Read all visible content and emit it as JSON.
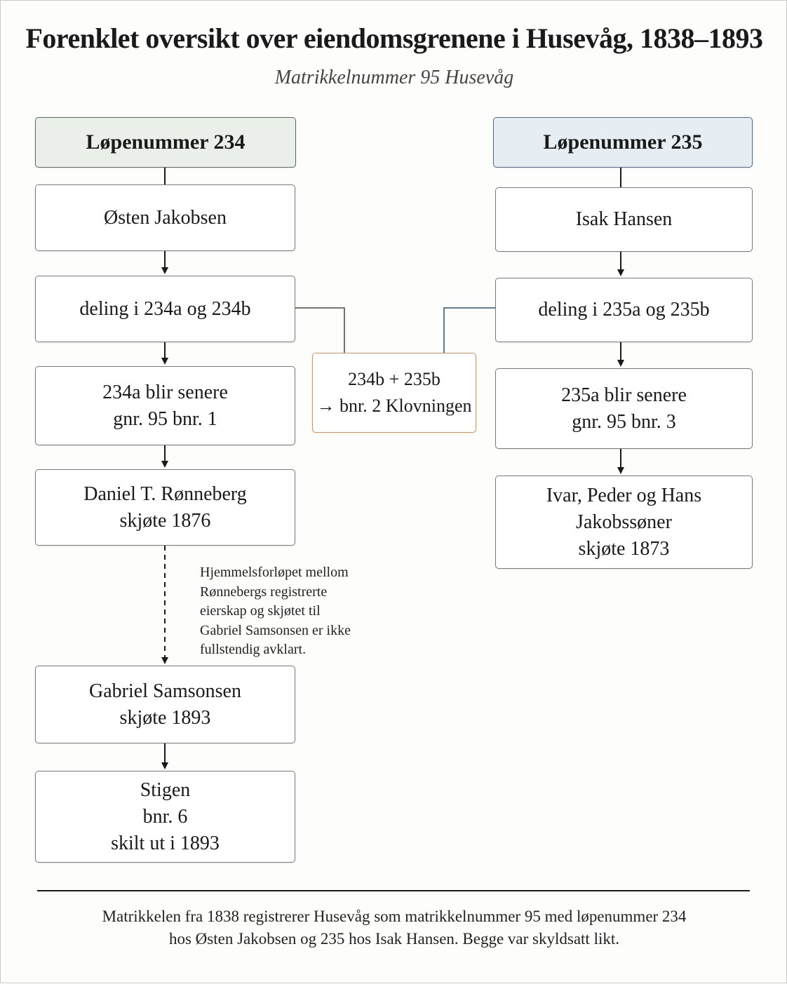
{
  "title": "Forenklet oversikt over eiendomsgrenene i Husevåg, 1838–1893",
  "subtitle": "Matrikkelnummer 95 Husevåg",
  "left_branch": {
    "header": "Løpenummer 234",
    "owner": "Østen Jakobsen",
    "division": "deling i 234a og 234b",
    "later": "234a blir senere\ngnr. 95 bnr. 1",
    "deed_1876": "Daniel T. Rønneberg\nskjøte 1876",
    "deed_1893": "Gabriel Samsonsen\nskjøte 1893",
    "stigen": "Stigen\nbnr. 6\nskilt ut i 1893"
  },
  "right_branch": {
    "header": "Løpenummer 235",
    "owner": "Isak Hansen",
    "division": "deling i 235a og 235b",
    "later": "235a blir senere\ngnr. 95 bnr. 3",
    "deed_1873": "Ivar, Peder og Hans\nJakobssøner\nskjøte 1873"
  },
  "merge_box": "234b + 235b\n→ bnr. 2 Klovningen",
  "note": "Hjemmelsforløpet mellom\nRønnebergs registrerte\neierskap og skjøtet til\nGabriel Samsonsen er ikke\nfullstendig avklart.",
  "footer": "Matrikkelen fra 1838 registrerer Husevåg som matrikkelnummer 95 med løpenummer 234\nhos Østen Jakobsen og 235 hos Isak Hansen. Begge var skyldsatt likt.",
  "colors": {
    "left_header_bg": "#eaefea",
    "right_header_bg": "#e6edf3",
    "left_link": "#5b6a5b",
    "right_link": "#4f6b86",
    "merge_border": "#d4935a"
  }
}
